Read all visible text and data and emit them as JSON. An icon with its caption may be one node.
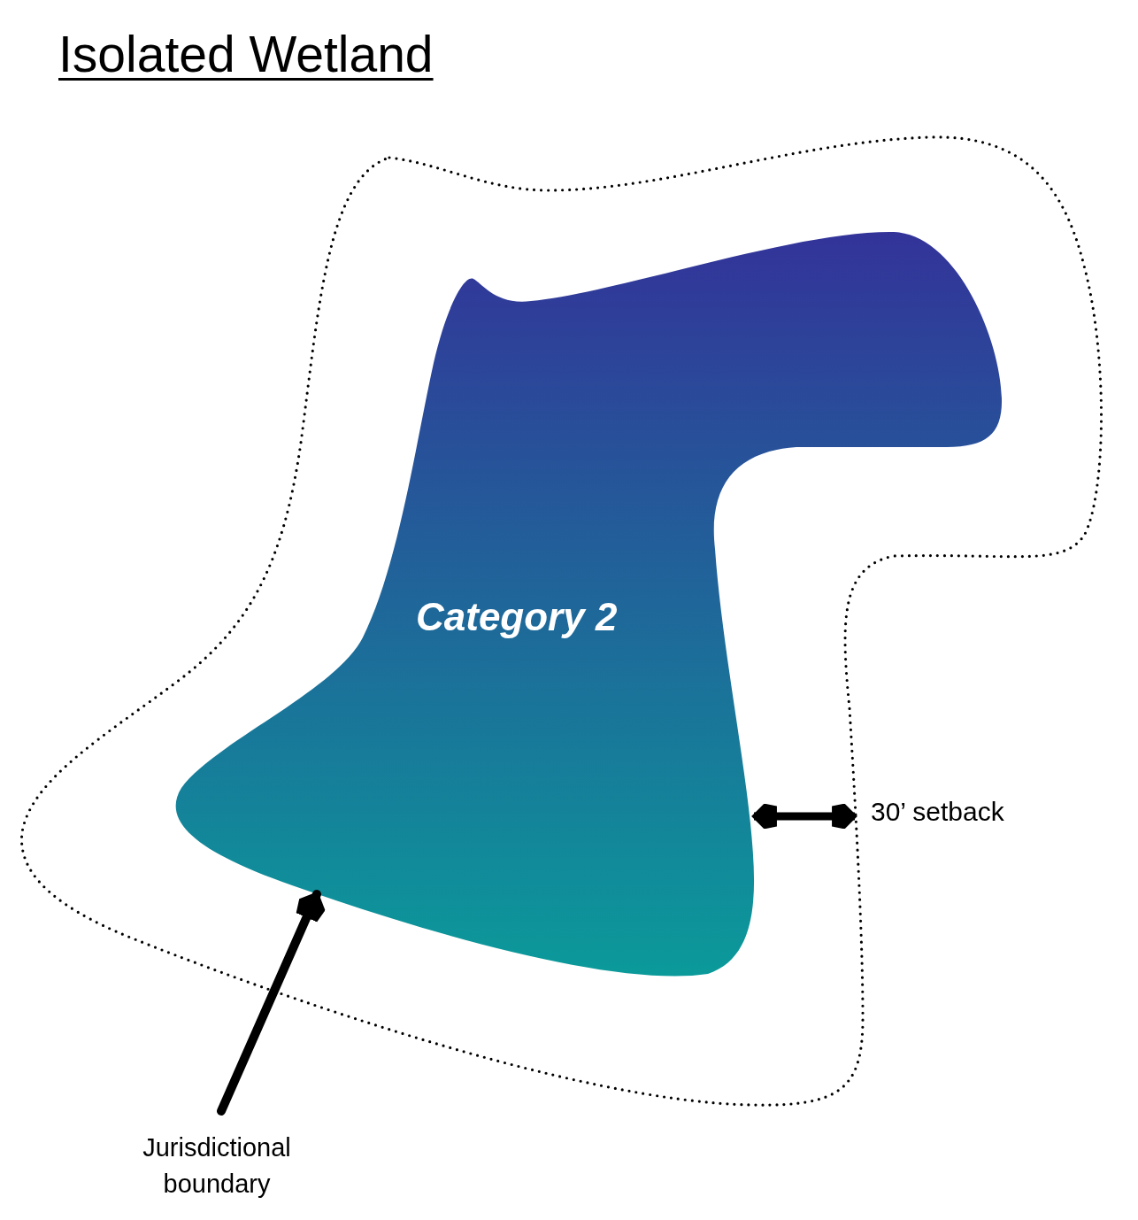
{
  "diagram": {
    "title": "Isolated Wetland",
    "nodes": [
      {
        "text": [
          "Category 2"
        ]
      },
      {
        "text": [
          "Jurisdictional boundary"
        ]
      }
    ],
    "edges": [
      {
        "from": 1,
        "to": 0,
        "arrow": "to"
      }
    ],
    "labels": [
      "30’ setback"
    ]
  }
}
